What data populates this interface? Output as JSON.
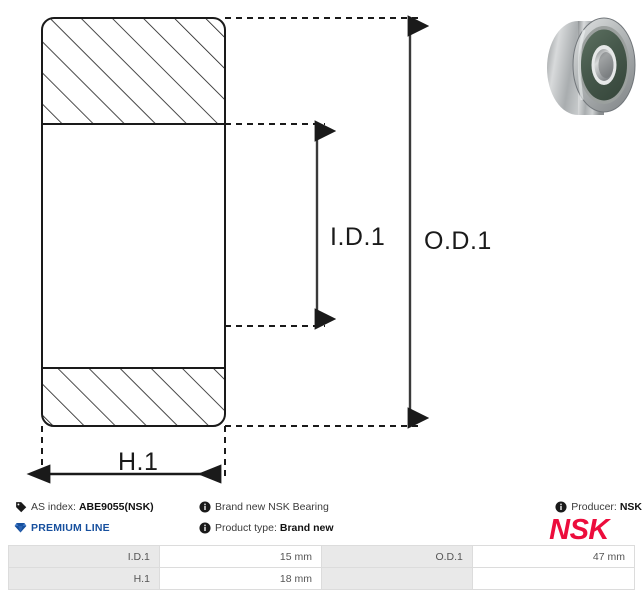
{
  "drawing": {
    "labels": {
      "id": "I.D.1",
      "od": "O.D.1",
      "h": "H.1"
    }
  },
  "photo": {
    "alt_name": "nsk-ball-bearing-photo",
    "colors": {
      "outer_metal": "#b9bcbd",
      "seal_green": "#4e6152",
      "inner_metal": "#d6d8d6"
    }
  },
  "info": {
    "left": {
      "tag_icon": "tag-icon",
      "as_index_label": "AS index:",
      "as_index_value": "ABE9055(NSK)",
      "premium_icon": "diamond-icon",
      "premium_label": "PREMIUM LINE",
      "premium_color": "#17509e"
    },
    "middle": {
      "info_icon": "info-icon",
      "line1": "Brand new NSK Bearing",
      "product_type_label": "Product type:",
      "product_type_value": "Brand new"
    },
    "right": {
      "info_icon": "info-icon",
      "producer_label": "Producer:",
      "producer_value": "NSK",
      "logo_text": "NSK",
      "logo_color": "#ec0d3c"
    }
  },
  "spec_table": {
    "rows": [
      {
        "label_left": "I.D.1",
        "value_left": "15 mm",
        "label_right": "O.D.1",
        "value_right": "47 mm"
      },
      {
        "label_left": "H.1",
        "value_left": "18 mm",
        "label_right": "",
        "value_right": ""
      }
    ]
  }
}
